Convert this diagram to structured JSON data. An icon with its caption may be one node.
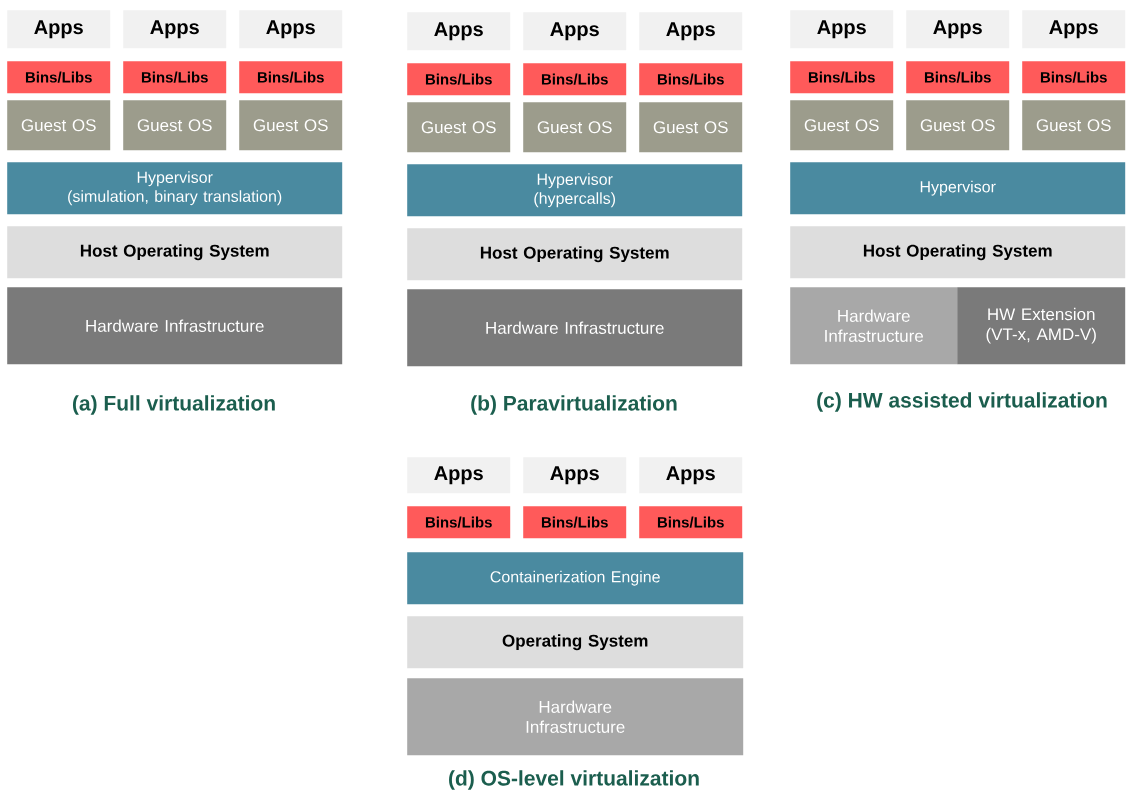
{
  "diagram": {
    "nodes": [
      {
        "text": [
          "Apps"
        ]
      },
      {
        "text": [
          "Apps"
        ]
      },
      {
        "text": [
          "Apps"
        ]
      },
      {
        "text": [
          "Bins/Libs"
        ]
      },
      {
        "text": [
          "Bins/Libs"
        ]
      },
      {
        "text": [
          "Bins/Libs"
        ]
      },
      {
        "text": [
          "Guest OS"
        ]
      },
      {
        "text": [
          "Guest OS"
        ]
      },
      {
        "text": [
          "Guest OS"
        ]
      },
      {
        "text": [
          "Hypervisor",
          "(simulation, binary translation)"
        ]
      },
      {
        "text": [
          "Host Operating System"
        ]
      },
      {
        "text": [
          "Hardware Infrastructure"
        ]
      },
      {
        "text": [
          "Apps"
        ]
      },
      {
        "text": [
          "Apps"
        ]
      },
      {
        "text": [
          "Apps"
        ]
      },
      {
        "text": [
          "Bins/Libs"
        ]
      },
      {
        "text": [
          "Bins/Libs"
        ]
      },
      {
        "text": [
          "Bins/Libs"
        ]
      },
      {
        "text": [
          "Guest OS"
        ]
      },
      {
        "text": [
          "Guest OS"
        ]
      },
      {
        "text": [
          "Guest OS"
        ]
      },
      {
        "text": [
          "Hypervisor",
          "(hypercalls)"
        ]
      },
      {
        "text": [
          "Host Operating System"
        ]
      },
      {
        "text": [
          "Hardware Infrastructure"
        ]
      },
      {
        "text": [
          "Apps"
        ]
      },
      {
        "text": [
          "Apps"
        ]
      },
      {
        "text": [
          "Apps"
        ]
      },
      {
        "text": [
          "Bins/Libs"
        ]
      },
      {
        "text": [
          "Bins/Libs"
        ]
      },
      {
        "text": [
          "Bins/Libs"
        ]
      },
      {
        "text": [
          "Guest OS"
        ]
      },
      {
        "text": [
          "Guest OS"
        ]
      },
      {
        "text": [
          "Guest OS"
        ]
      },
      {
        "text": [
          "Hypervisor"
        ]
      },
      {
        "text": [
          "Host Operating System"
        ]
      },
      {
        "text": [
          "Hardware Infrastructure"
        ]
      },
      {
        "text": [
          "HW Extension",
          "(VT-x, AMD-V)"
        ]
      },
      {
        "text": [
          "Apps"
        ]
      },
      {
        "text": [
          "Apps"
        ]
      },
      {
        "text": [
          "Apps"
        ]
      },
      {
        "text": [
          "Bins/Libs"
        ]
      },
      {
        "text": [
          "Bins/Libs"
        ]
      },
      {
        "text": [
          "Bins/Libs"
        ]
      },
      {
        "text": [
          "Containerization Engine"
        ]
      },
      {
        "text": [
          "Operating System"
        ]
      },
      {
        "text": [
          "Hardware Infrastructure"
        ]
      }
    ],
    "labels": [
      "(a) Full virtualization",
      "(b) Paravirtualization",
      "(c) HW assisted virtualization",
      "(d) OS-level virtualization"
    ]
  }
}
